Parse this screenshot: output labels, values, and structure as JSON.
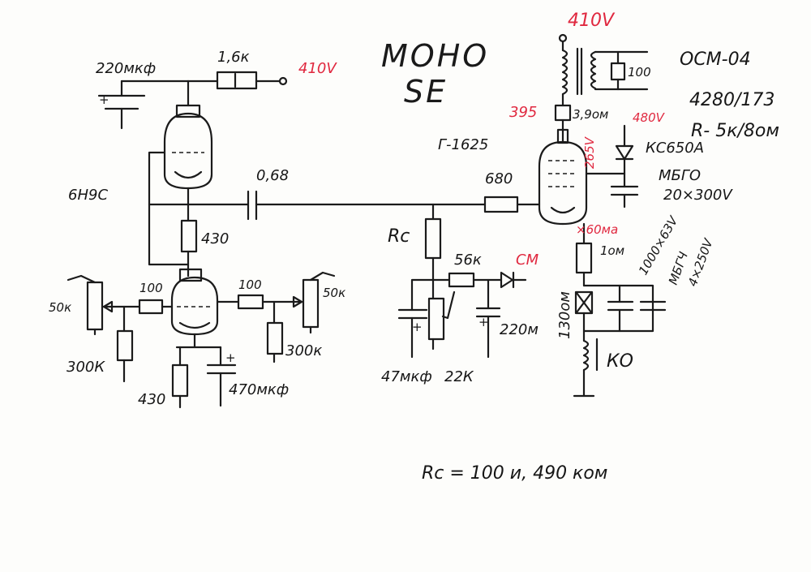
{
  "title": {
    "line1": "МОНО",
    "line2": "SE"
  },
  "supply": {
    "left_b_plus": "410V",
    "right_b_plus": "410V",
    "plate_drop": "395",
    "screen_v": "265V",
    "cathode_v": "480V",
    "current": "×60ма"
  },
  "tubes": {
    "driver": "6Н9С",
    "output": "Г-1625"
  },
  "components": {
    "c_220u": "220мкф",
    "r_1k6": "1,6к",
    "c_coupling": "0,68",
    "r_430_mid": "430",
    "r_100_left": "100",
    "r_100_right": "100",
    "pot_left": "50к",
    "pot_right": "50к",
    "r_300k_left": "300К",
    "r_300k_right": "300к",
    "r_430_cathode": "430",
    "c_470u": "470мкф",
    "r_grid_680": "680",
    "rc_label": "Rс",
    "r_56k": "56к",
    "cm_label": "СМ",
    "c_47u": "47мкф",
    "pot_22k": "22К",
    "c_220m": "220м",
    "transformer": "ОСМ-04",
    "tr_ratio": "4280/173",
    "tr_r": "R- 5к/8ом",
    "r_load": "100",
    "r_3_9": "3,9ом",
    "zener": "КС650А",
    "c_mbgo": "МБГО",
    "c_mbgo_val": "20×300V",
    "r_1om": "1ом",
    "r_130om": "130ом",
    "c_1000": "1000×63V",
    "c_mbgch": "МБГЧ",
    "c_mbgch_val": "4×250V",
    "choke": "КО"
  },
  "note": "Rс = 100 и, 490 ком",
  "colors": {
    "ink": "#1b1b1b",
    "red": "#e0283f",
    "paper": "#fdfdfb"
  }
}
